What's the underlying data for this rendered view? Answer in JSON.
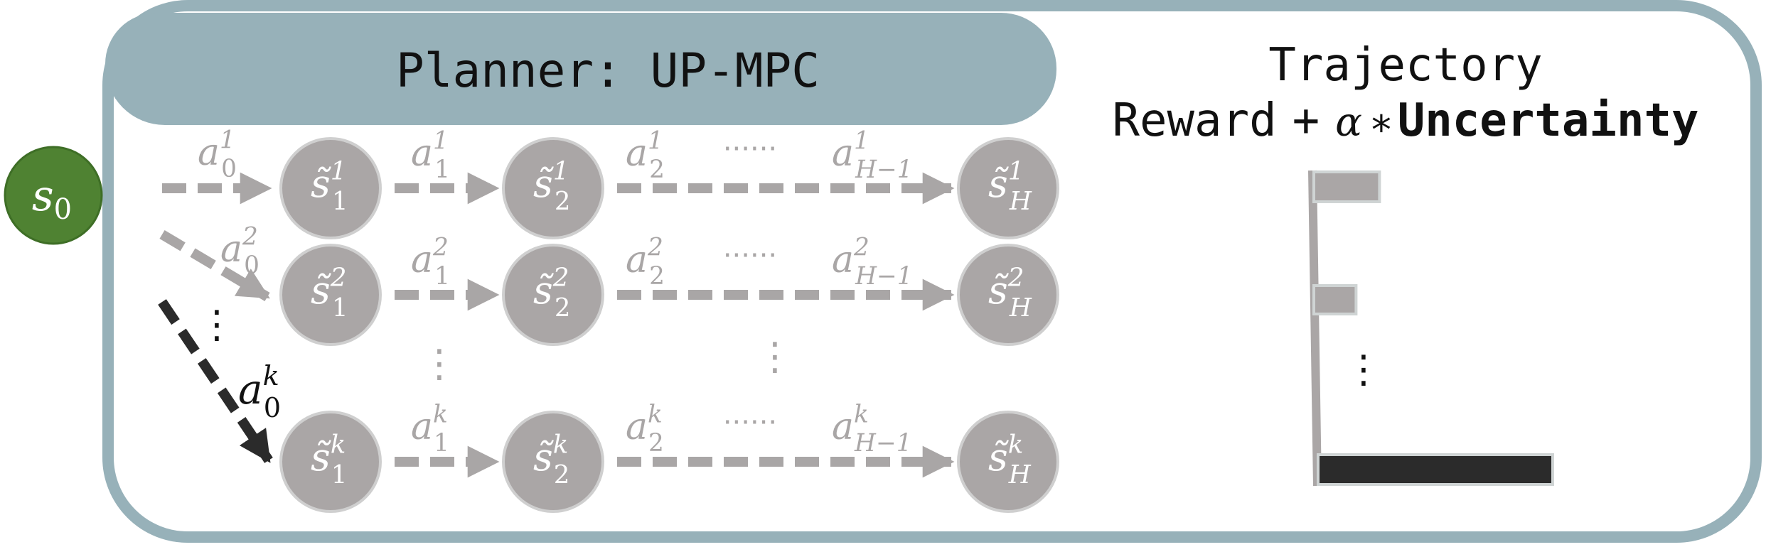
{
  "planner": {
    "title": "Planner: UP-MPC"
  },
  "objective": {
    "line1": "Trajectory",
    "line2_reward": "Reward",
    "line2_plus": "+",
    "line2_alpha": "α",
    "line2_times": "∗",
    "line2_uncertainty": "Uncertainty"
  },
  "initial_state": {
    "label": "s",
    "sub": "0"
  },
  "rows": [
    {
      "first_action": {
        "sym": "a",
        "sub": "0",
        "sup": "1"
      },
      "states": [
        {
          "sym": "s̃",
          "sub": "1",
          "sup": "1"
        },
        {
          "sym": "s̃",
          "sub": "2",
          "sup": "1"
        },
        {
          "sym": "s̃",
          "sub": "H",
          "sup": "1"
        }
      ],
      "actions": [
        {
          "sym": "a",
          "sub": "1",
          "sup": "1"
        },
        {
          "sym": "a",
          "sub": "2",
          "sup": "1"
        },
        {
          "sym": "a",
          "sub": "H−1",
          "sup": "1"
        }
      ],
      "gap_dots": "······"
    },
    {
      "first_action": {
        "sym": "a",
        "sub": "0",
        "sup": "2"
      },
      "states": [
        {
          "sym": "s̃",
          "sub": "1",
          "sup": "2"
        },
        {
          "sym": "s̃",
          "sub": "2",
          "sup": "2"
        },
        {
          "sym": "s̃",
          "sub": "H",
          "sup": "2"
        }
      ],
      "actions": [
        {
          "sym": "a",
          "sub": "1",
          "sup": "2"
        },
        {
          "sym": "a",
          "sub": "2",
          "sup": "2"
        },
        {
          "sym": "a",
          "sub": "H−1",
          "sup": "2"
        }
      ],
      "gap_dots": "······"
    },
    {
      "first_action": {
        "sym": "a",
        "sub": "0",
        "sup": "k"
      },
      "states": [
        {
          "sym": "s̃",
          "sub": "1",
          "sup": "k"
        },
        {
          "sym": "s̃",
          "sub": "2",
          "sup": "k"
        },
        {
          "sym": "s̃",
          "sub": "H",
          "sup": "k"
        }
      ],
      "actions": [
        {
          "sym": "a",
          "sub": "1",
          "sup": "k"
        },
        {
          "sym": "a",
          "sub": "2",
          "sup": "k"
        },
        {
          "sym": "a",
          "sub": "H−1",
          "sup": "k"
        }
      ],
      "gap_dots": "······"
    }
  ],
  "vertical_dots": "⋮",
  "bars": {
    "values": [
      0.28,
      0.18,
      1.0
    ],
    "highlight_index": 2,
    "colors": {
      "normal": "#aaa6a6",
      "highlight": "#2b2b2b",
      "stroke": "#cfd4d4"
    }
  },
  "colors": {
    "frame": "#97b1b9",
    "frame_fill": "#ffffff",
    "header_fill": "#97b1b9",
    "initial_state": "#4f8232",
    "initial_state_stroke": "#3e6e26",
    "node": "#aaa6a6",
    "node_stroke": "#cfcfcf",
    "arrow": "#a9a6a6",
    "chosen_arrow": "#2b2b2b",
    "dark_text": "#111111",
    "light_text": "#a9a6a6",
    "white_text": "#ffffff"
  }
}
